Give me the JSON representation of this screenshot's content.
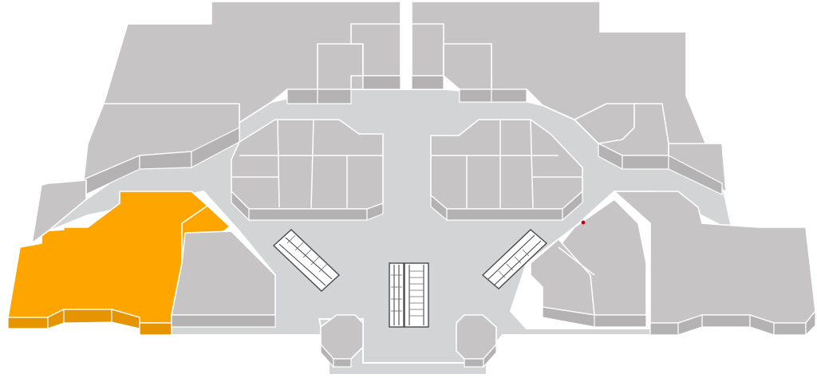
{
  "map": {
    "colors": {
      "background": "#ffffff",
      "floor": "#d3d4d5",
      "store": "#c7c4c5",
      "store_edge": "#ffffff",
      "highlight": "#ffa500",
      "highlight_side": "#e69400",
      "escalator_line": "#4a4a4a",
      "marker": "#c0001a"
    },
    "highlighted_store": "store-west-wing",
    "escalators": 4,
    "markers": [
      "location-marker-red"
    ]
  }
}
